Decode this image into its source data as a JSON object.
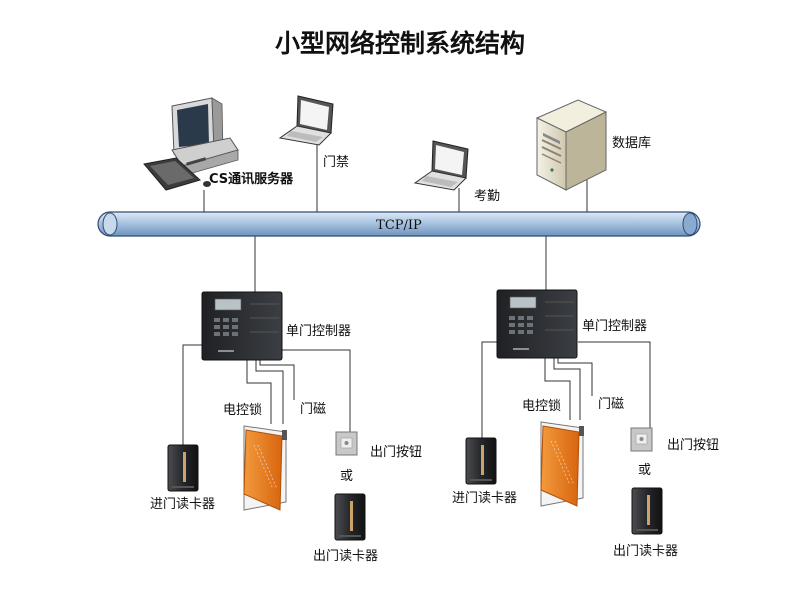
{
  "title": "小型网络控制系统结构",
  "network": {
    "bus_label": "TCP/IP",
    "server_label": "CS通讯服务器",
    "access_label": "门禁",
    "attendance_label": "考勤",
    "database_label": "数据库"
  },
  "units": [
    {
      "controller_label": "单门控制器",
      "lock_label": "电控锁",
      "magnet_label": "门磁",
      "exit_button_label": "出门按钮",
      "or_label": "或",
      "entry_reader_label": "进门读卡器",
      "exit_reader_label": "出门读卡器"
    },
    {
      "controller_label": "单门控制器",
      "lock_label": "电控锁",
      "magnet_label": "门磁",
      "exit_button_label": "出门按钮",
      "or_label": "或",
      "entry_reader_label": "进门读卡器",
      "exit_reader_label": "出门读卡器"
    }
  ],
  "colors": {
    "bus_fill": "#a9c4e0",
    "door_fill": "#e8781e",
    "device_dark": "#2b2d30"
  }
}
